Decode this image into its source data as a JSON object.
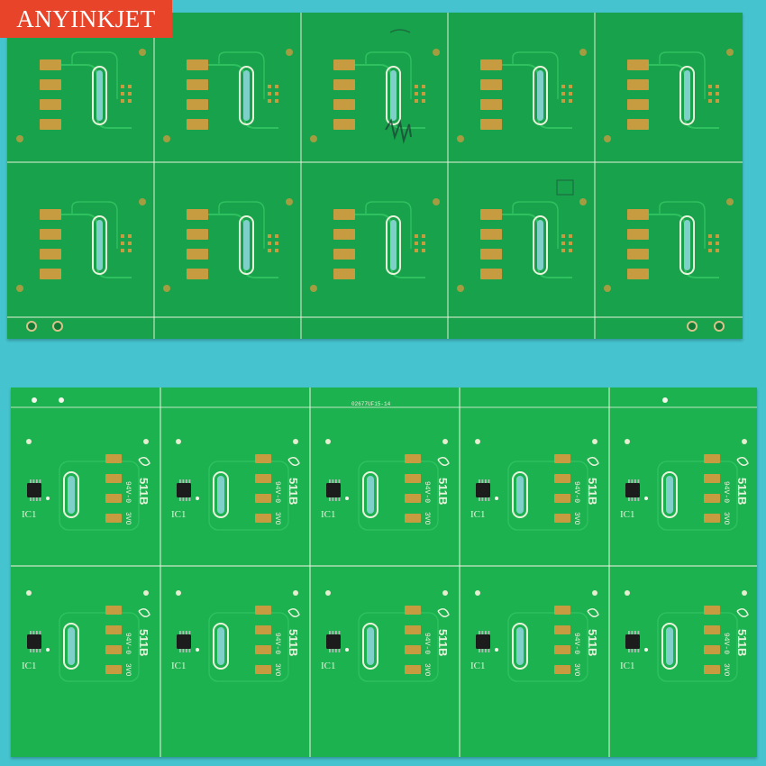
{
  "brand": {
    "label": "ANYINKJET"
  },
  "colors": {
    "background": "#45c4cf",
    "brand_red": "#e8442a",
    "pcb_green_top": "#17a24b",
    "pcb_green_bottom": "#1bb24f",
    "gold_pad": "#c79b3f",
    "silkscreen": "#e9f3dc"
  },
  "top_board": {
    "rows": 2,
    "cols": 5,
    "cell_labels": []
  },
  "bottom_board": {
    "rows": 2,
    "cols": 5,
    "ic_label": "IC1",
    "marking_a": "94V-0",
    "marking_b": "3VO",
    "marking_c": "511B",
    "header_text": "02677UF15-14"
  }
}
